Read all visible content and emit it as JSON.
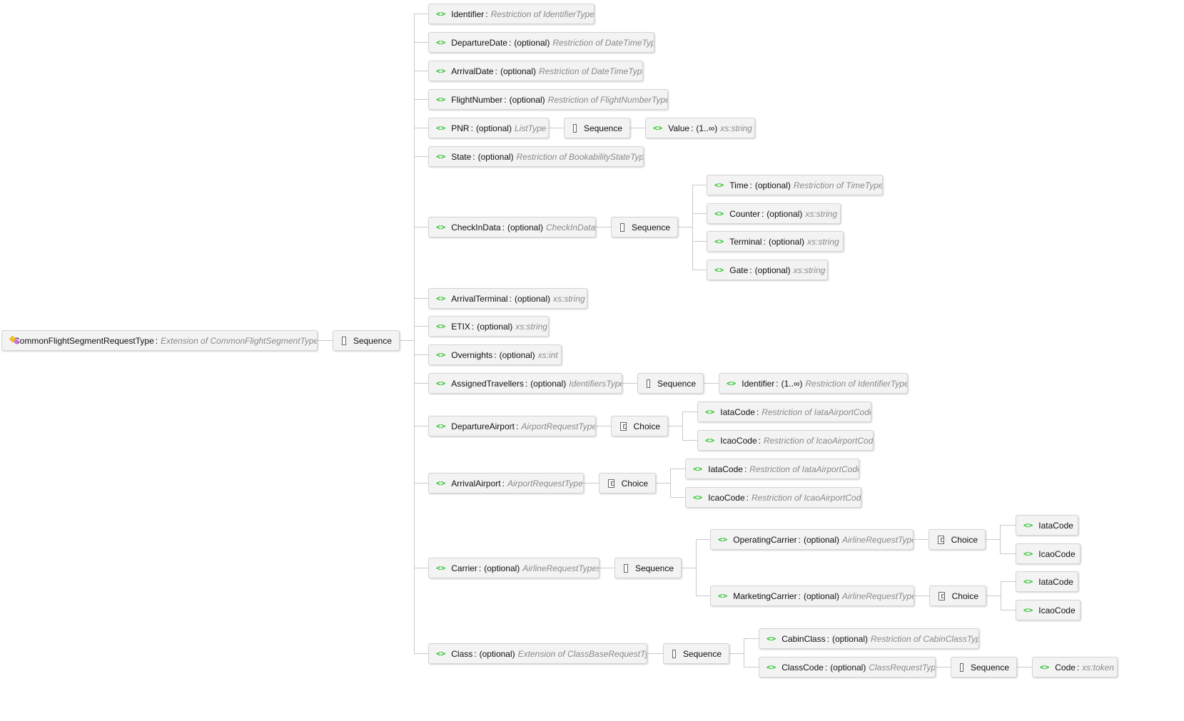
{
  "colors": {
    "element_icon": "#22c322",
    "box_bg": "#f3f3f3",
    "connector": "#c9c9c9",
    "type_text": "#8a8a8a"
  },
  "separator": ":",
  "nodes": [
    {
      "id": "root",
      "kind": "root",
      "icon": "complex-type-icon",
      "name": "CommonFlightSegmentRequestType",
      "occurrence": "",
      "type": "Extension of  CommonFlightSegmentType",
      "parent": null
    },
    {
      "id": "seq0",
      "kind": "sequence",
      "icon": "sequence-icon",
      "name": "Sequence",
      "parent": "root"
    },
    {
      "id": "identifier",
      "kind": "element",
      "icon": "element-icon",
      "name": "Identifier",
      "occurrence": "",
      "type": "Restriction of IdentifierType",
      "parent": "seq0"
    },
    {
      "id": "depdate",
      "kind": "element",
      "icon": "element-icon",
      "name": "DepartureDate",
      "occurrence": "(optional)",
      "type": "Restriction of DateTimeType",
      "parent": "seq0"
    },
    {
      "id": "arrdate",
      "kind": "element",
      "icon": "element-icon",
      "name": "ArrivalDate",
      "occurrence": "(optional)",
      "type": "Restriction of DateTimeType",
      "parent": "seq0"
    },
    {
      "id": "flightnum",
      "kind": "element",
      "icon": "element-icon",
      "name": "FlightNumber",
      "occurrence": "(optional)",
      "type": "Restriction of FlightNumberType",
      "parent": "seq0"
    },
    {
      "id": "pnr",
      "kind": "element",
      "icon": "element-icon",
      "name": "PNR",
      "occurrence": "(optional)",
      "type": "ListType",
      "parent": "seq0"
    },
    {
      "id": "pnrseq",
      "kind": "sequence",
      "icon": "sequence-icon",
      "name": "Sequence",
      "parent": "pnr"
    },
    {
      "id": "pnrval",
      "kind": "element",
      "icon": "element-icon",
      "name": "Value",
      "occurrence": "(1..∞)",
      "type": "xs:string",
      "parent": "pnrseq"
    },
    {
      "id": "state",
      "kind": "element",
      "icon": "element-icon",
      "name": "State",
      "occurrence": "(optional)",
      "type": "Restriction of BookabilityStateType",
      "parent": "seq0"
    },
    {
      "id": "checkin",
      "kind": "element",
      "icon": "element-icon",
      "name": "CheckInData",
      "occurrence": "(optional)",
      "type": "CheckInData",
      "parent": "seq0"
    },
    {
      "id": "checkinseq",
      "kind": "sequence",
      "icon": "sequence-icon",
      "name": "Sequence",
      "parent": "checkin"
    },
    {
      "id": "time",
      "kind": "element",
      "icon": "element-icon",
      "name": "Time",
      "occurrence": "(optional)",
      "type": "Restriction of TimeType",
      "parent": "checkinseq"
    },
    {
      "id": "counter",
      "kind": "element",
      "icon": "element-icon",
      "name": "Counter",
      "occurrence": "(optional)",
      "type": "xs:string",
      "parent": "checkinseq"
    },
    {
      "id": "terminal",
      "kind": "element",
      "icon": "element-icon",
      "name": "Terminal",
      "occurrence": "(optional)",
      "type": "xs:string",
      "parent": "checkinseq"
    },
    {
      "id": "gate",
      "kind": "element",
      "icon": "element-icon",
      "name": "Gate",
      "occurrence": "(optional)",
      "type": "xs:string",
      "parent": "checkinseq"
    },
    {
      "id": "arrterm",
      "kind": "element",
      "icon": "element-icon",
      "name": "ArrivalTerminal",
      "occurrence": "(optional)",
      "type": "xs:string",
      "parent": "seq0"
    },
    {
      "id": "etix",
      "kind": "element",
      "icon": "element-icon",
      "name": "ETIX",
      "occurrence": "(optional)",
      "type": "xs:string",
      "parent": "seq0"
    },
    {
      "id": "overnights",
      "kind": "element",
      "icon": "element-icon",
      "name": "Overnights",
      "occurrence": "(optional)",
      "type": "xs:int",
      "parent": "seq0"
    },
    {
      "id": "assigned",
      "kind": "element",
      "icon": "element-icon",
      "name": "AssignedTravellers",
      "occurrence": "(optional)",
      "type": "IdentifiersType",
      "parent": "seq0"
    },
    {
      "id": "assignedseq",
      "kind": "sequence",
      "icon": "sequence-icon",
      "name": "Sequence",
      "parent": "assigned"
    },
    {
      "id": "assignedid",
      "kind": "element",
      "icon": "element-icon",
      "name": "Identifier",
      "occurrence": "(1..∞)",
      "type": "Restriction of IdentifierType",
      "parent": "assignedseq"
    },
    {
      "id": "depair",
      "kind": "element",
      "icon": "element-icon",
      "name": "DepartureAirport",
      "occurrence": "",
      "type": "AirportRequestType",
      "parent": "seq0"
    },
    {
      "id": "depairch",
      "kind": "choice",
      "icon": "choice-icon",
      "name": "Choice",
      "parent": "depair"
    },
    {
      "id": "depiata",
      "kind": "element",
      "icon": "element-icon",
      "name": "IataCode",
      "occurrence": "",
      "type": "Restriction of IataAirportCode",
      "parent": "depairch"
    },
    {
      "id": "depicao",
      "kind": "element",
      "icon": "element-icon",
      "name": "IcaoCode",
      "occurrence": "",
      "type": "Restriction of IcaoAirportCode",
      "parent": "depairch"
    },
    {
      "id": "arrair",
      "kind": "element",
      "icon": "element-icon",
      "name": "ArrivalAirport",
      "occurrence": "",
      "type": "AirportRequestType",
      "parent": "seq0"
    },
    {
      "id": "arrairch",
      "kind": "choice",
      "icon": "choice-icon",
      "name": "Choice",
      "parent": "arrair"
    },
    {
      "id": "arriata",
      "kind": "element",
      "icon": "element-icon",
      "name": "IataCode",
      "occurrence": "",
      "type": "Restriction of IataAirportCode",
      "parent": "arrairch"
    },
    {
      "id": "arricao",
      "kind": "element",
      "icon": "element-icon",
      "name": "IcaoCode",
      "occurrence": "",
      "type": "Restriction of IcaoAirportCode",
      "parent": "arrairch"
    },
    {
      "id": "carrier",
      "kind": "element",
      "icon": "element-icon",
      "name": "Carrier",
      "occurrence": "(optional)",
      "type": "AirlineRequestTypes",
      "parent": "seq0"
    },
    {
      "id": "carrierseq",
      "kind": "sequence",
      "icon": "sequence-icon",
      "name": "Sequence",
      "parent": "carrier"
    },
    {
      "id": "opcar",
      "kind": "element",
      "icon": "element-icon",
      "name": "OperatingCarrier",
      "occurrence": "(optional)",
      "type": "AirlineRequestType",
      "parent": "carrierseq"
    },
    {
      "id": "opcarch",
      "kind": "choice",
      "icon": "choice-icon",
      "name": "Choice",
      "parent": "opcar"
    },
    {
      "id": "opiata",
      "kind": "element",
      "icon": "element-icon",
      "name": "IataCode",
      "occurrence": "",
      "type": "",
      "parent": "opcarch"
    },
    {
      "id": "opicao",
      "kind": "element",
      "icon": "element-icon",
      "name": "IcaoCode",
      "occurrence": "",
      "type": "",
      "parent": "opcarch"
    },
    {
      "id": "mkcar",
      "kind": "element",
      "icon": "element-icon",
      "name": "MarketingCarrier",
      "occurrence": "(optional)",
      "type": "AirlineRequestType",
      "parent": "carrierseq"
    },
    {
      "id": "mkcarch",
      "kind": "choice",
      "icon": "choice-icon",
      "name": "Choice",
      "parent": "mkcar"
    },
    {
      "id": "mkiata",
      "kind": "element",
      "icon": "element-icon",
      "name": "IataCode",
      "occurrence": "",
      "type": "",
      "parent": "mkcarch"
    },
    {
      "id": "mkicao",
      "kind": "element",
      "icon": "element-icon",
      "name": "IcaoCode",
      "occurrence": "",
      "type": "",
      "parent": "mkcarch"
    },
    {
      "id": "class",
      "kind": "element",
      "icon": "element-icon",
      "name": "Class",
      "occurrence": "(optional)",
      "type": "Extension of ClassBaseRequestType",
      "parent": "seq0"
    },
    {
      "id": "classseq",
      "kind": "sequence",
      "icon": "sequence-icon",
      "name": "Sequence",
      "parent": "class"
    },
    {
      "id": "cabin",
      "kind": "element",
      "icon": "element-icon",
      "name": "CabinClass",
      "occurrence": "(optional)",
      "type": "Restriction of CabinClassType",
      "parent": "classseq"
    },
    {
      "id": "classcode",
      "kind": "element",
      "icon": "element-icon",
      "name": "ClassCode",
      "occurrence": "(optional)",
      "type": "ClassRequestType",
      "parent": "classseq"
    },
    {
      "id": "classcodeseq",
      "kind": "sequence",
      "icon": "sequence-icon",
      "name": "Sequence",
      "parent": "classcode"
    },
    {
      "id": "code",
      "kind": "element",
      "icon": "element-icon",
      "name": "Code",
      "occurrence": "",
      "type": "xs:token",
      "parent": "classcodeseq"
    }
  ]
}
